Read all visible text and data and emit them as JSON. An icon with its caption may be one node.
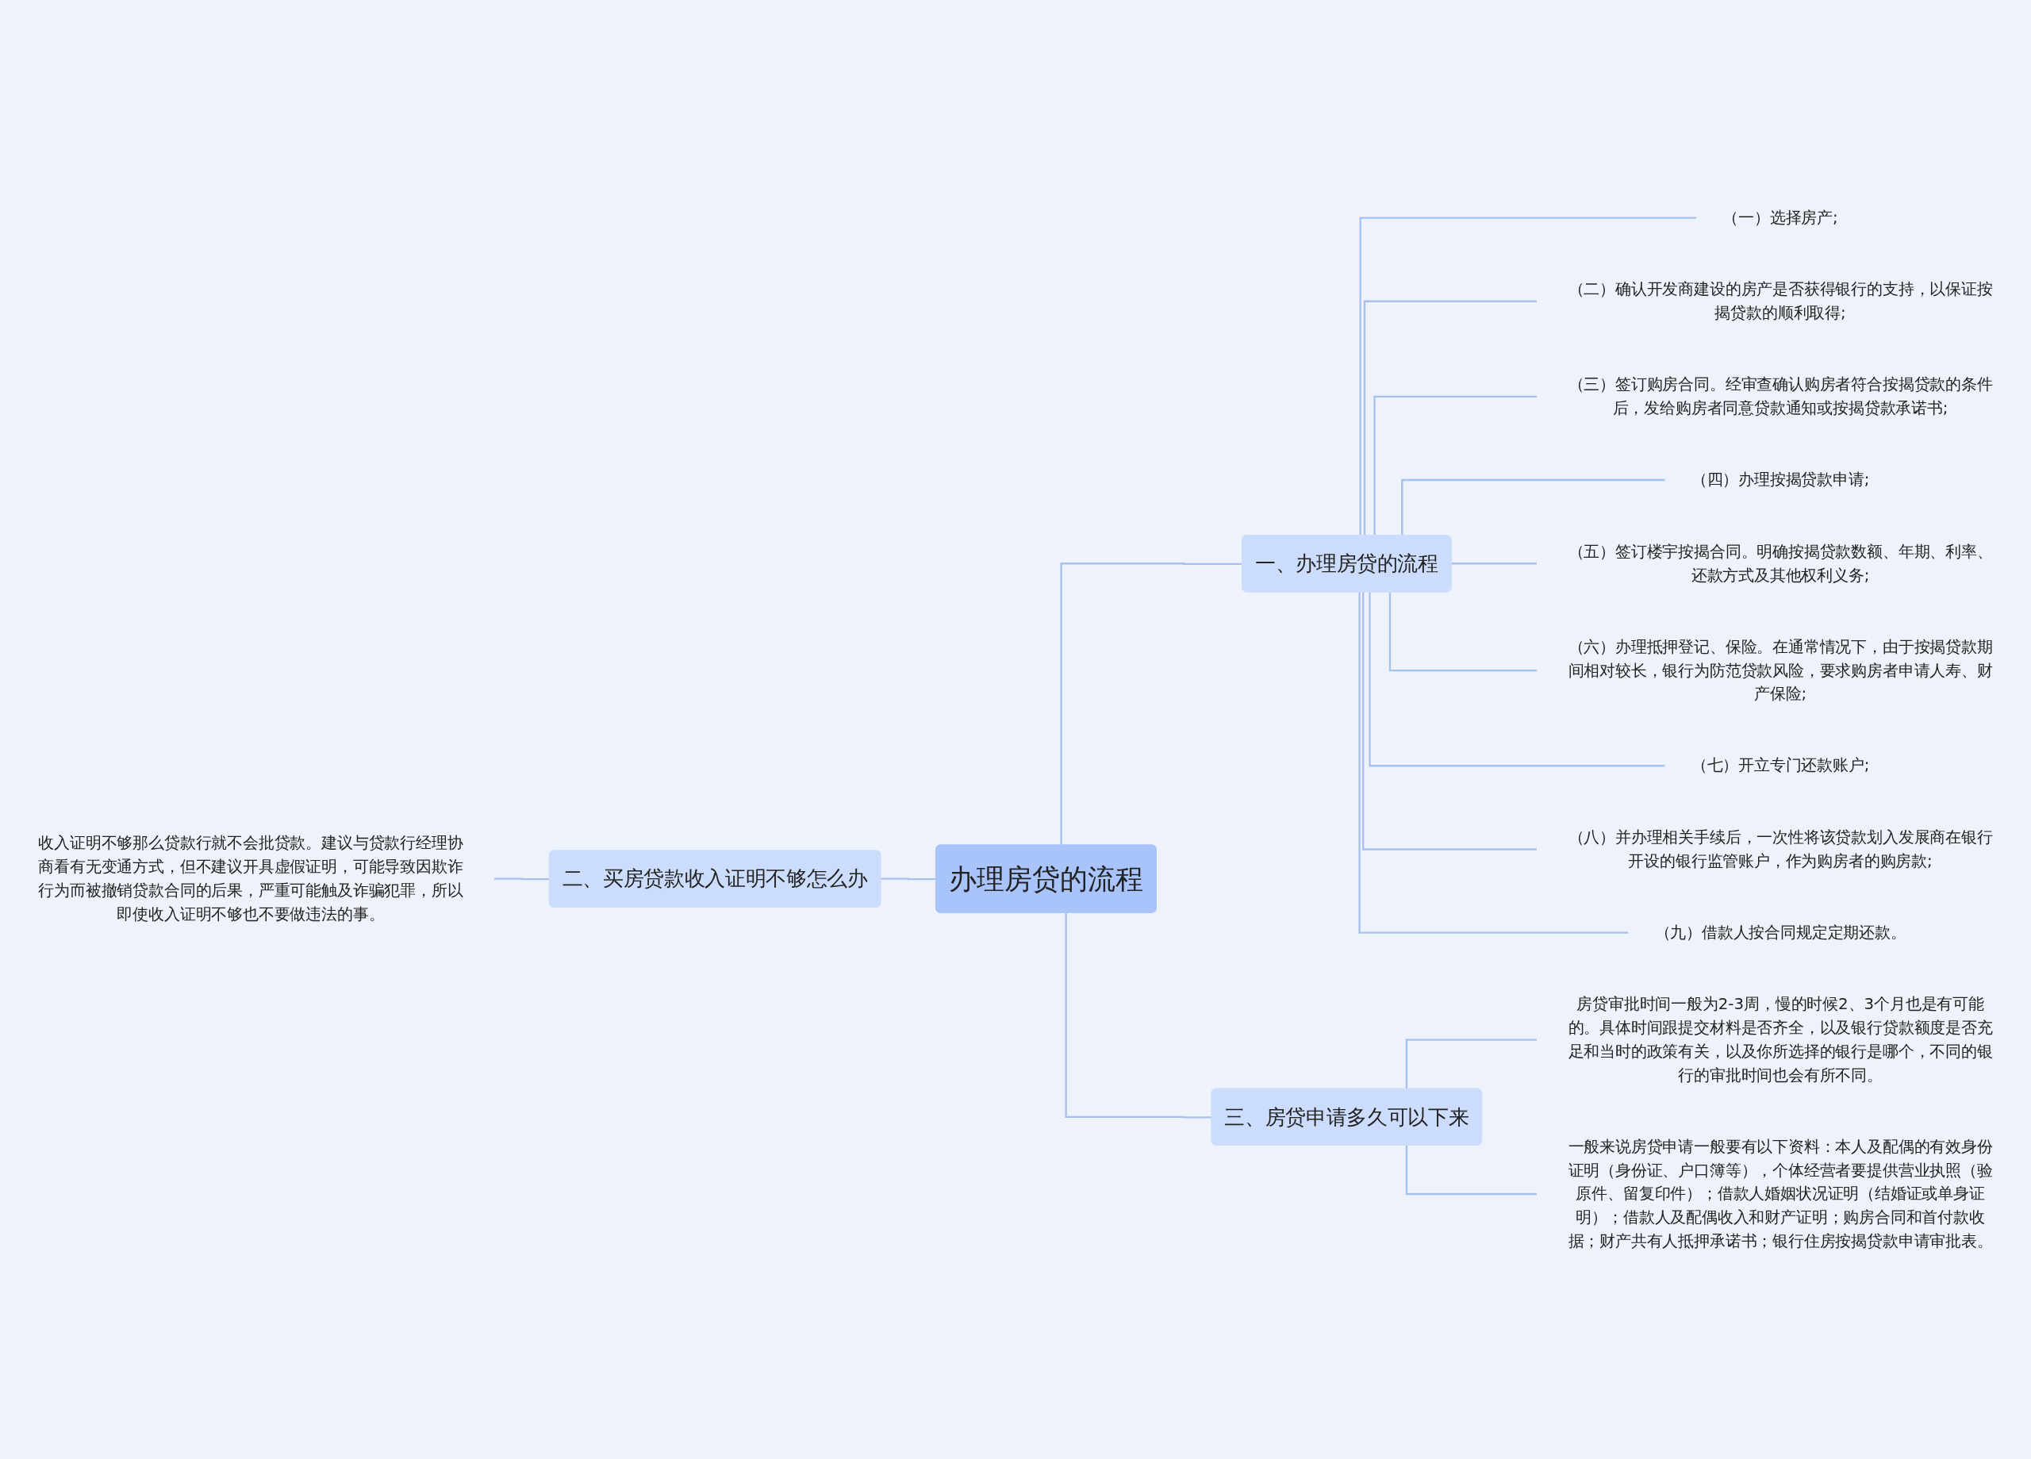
{
  "diagram": {
    "nodes": [
      {
        "text": [
          "办理房贷的流程"
        ]
      },
      {
        "text": [
          "一、办理房贷的流程"
        ]
      },
      {
        "text": [
          "（一）选择房产;"
        ]
      },
      {
        "text": [
          "（二）确认开发商建设的房产是否获得银行的支持，以保证按揭贷款的顺利取得;"
        ]
      },
      {
        "text": [
          "（三）签订购房合同。经审查确认购房者符合按揭贷款的条件后，发给购房者同意贷款通知或按揭贷款承诺书;"
        ]
      },
      {
        "text": [
          "（四）办理按揭贷款申请;"
        ]
      },
      {
        "text": [
          "（五）签订楼宇按揭合同。明确按揭贷款数额、年期、利率、还款方式及其他权利义务;"
        ]
      },
      {
        "text": [
          "（六）办理抵押登记、保险。在通常情况下，由于按揭贷款期间相对较长，银行为防范贷款风险，要求购房者申请人寿、财产保险;"
        ]
      },
      {
        "text": [
          "（七）开立专门还款账户;"
        ]
      },
      {
        "text": [
          "（八）并办理相关手续后，一次性将该贷款划入发展商在银行开设的银行监管账户，作为购房者的购房款;"
        ]
      },
      {
        "text": [
          "（九）借款人按合同规定定期还款。"
        ]
      },
      {
        "text": [
          "二、买房贷款收入证明不够怎么办"
        ]
      },
      {
        "text": [
          "收入证明不够那么贷款行就不会批贷款。建议与贷款行经理协商看有无变通方式，但不建议开具虚假证明，可能导致因欺诈行为而被撤销贷款合同的后果，严重可能触及诈骗犯罪，所以即使收入证明不够也不要做违法的事。"
        ]
      },
      {
        "text": [
          "三、房贷申请多久可以下来"
        ]
      },
      {
        "text": [
          "房贷审批时间一般为2-3周，慢的时候2、3个月也是有可能的。具体时间跟提交材料是否齐全，以及银行贷款额度是否充足和当时的政策有关，以及你所选择的银行是哪个，不同的银行的审批时间也会有所不同。"
        ]
      },
      {
        "text": [
          "一般来说房贷申请一般要有以下资料：本人及配偶的有效身份证明（身份证、户口簿等），个体经营者要提供营业执照（验原件、留复印件）；借款人婚姻状况证明（结婚证或单身证明）；借款人及配偶收入和财产证明；购房合同和首付款收据；财产共有人抵押承诺书；银行住房按揭贷款申请审批表。"
        ]
      }
    ],
    "edges": [
      {
        "from": 0,
        "to": 1,
        "arrow": "none"
      },
      {
        "from": 1,
        "to": 2,
        "arrow": "none"
      },
      {
        "from": 1,
        "to": 3,
        "arrow": "none"
      },
      {
        "from": 1,
        "to": 4,
        "arrow": "none"
      },
      {
        "from": 1,
        "to": 5,
        "arrow": "none"
      },
      {
        "from": 1,
        "to": 6,
        "arrow": "none"
      },
      {
        "from": 1,
        "to": 7,
        "arrow": "none"
      },
      {
        "from": 1,
        "to": 8,
        "arrow": "none"
      },
      {
        "from": 1,
        "to": 9,
        "arrow": "none"
      },
      {
        "from": 1,
        "to": 10,
        "arrow": "none"
      },
      {
        "from": 0,
        "to": 11,
        "arrow": "none"
      },
      {
        "from": 11,
        "to": 12,
        "arrow": "none"
      },
      {
        "from": 0,
        "to": 13,
        "arrow": "none"
      },
      {
        "from": 13,
        "to": 14,
        "arrow": "none"
      },
      {
        "from": 13,
        "to": 15,
        "arrow": "none"
      }
    ]
  }
}
